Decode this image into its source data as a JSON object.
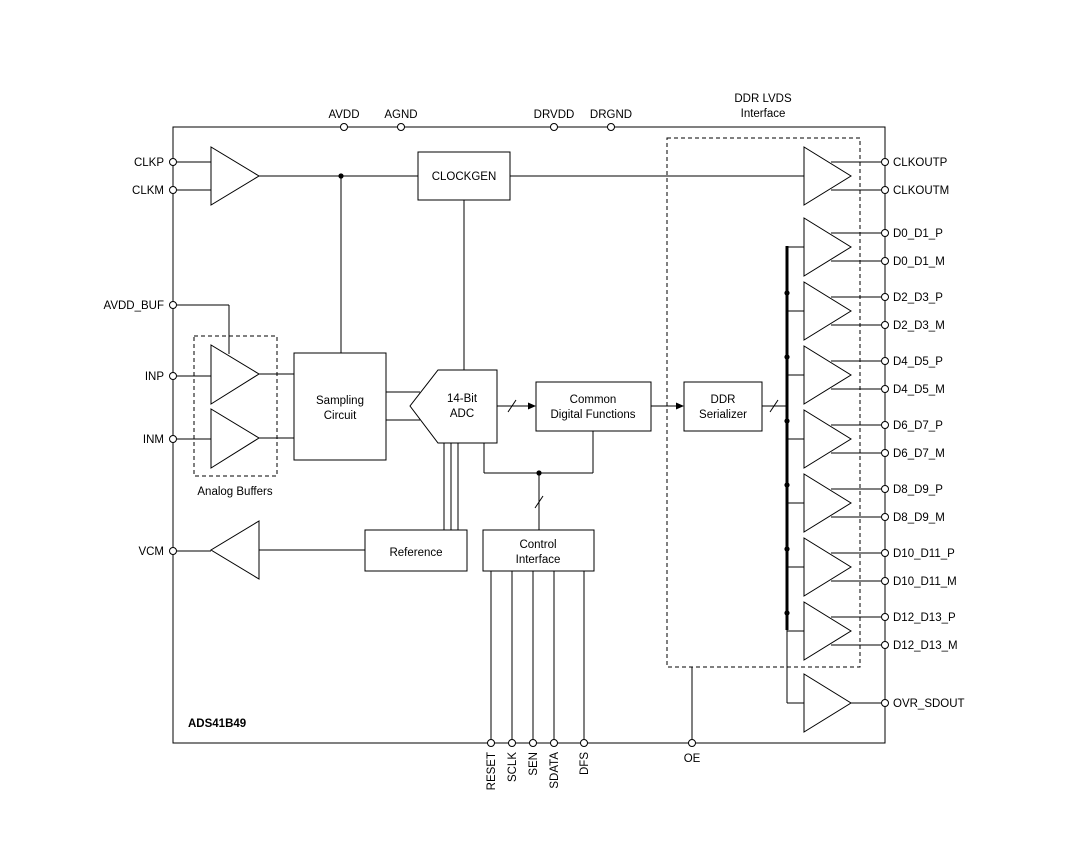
{
  "chip_name": "ADS41B49",
  "blocks": {
    "clockgen": "CLOCKGEN",
    "sampling_l1": "Sampling",
    "sampling_l2": "Circuit",
    "adc_l1": "14-Bit",
    "adc_l2": "ADC",
    "common_l1": "Common",
    "common_l2": "Digital Functions",
    "ddr_l1": "DDR",
    "ddr_l2": "Serializer",
    "reference": "Reference",
    "control_l1": "Control",
    "control_l2": "Interface",
    "analog_buffers": "Analog Buffers",
    "lvds_l1": "DDR LVDS",
    "lvds_l2": "Interface"
  },
  "top_pins": [
    "AVDD",
    "AGND",
    "DRVDD",
    "DRGND"
  ],
  "left_pins": [
    "CLKP",
    "CLKM",
    "AVDD_BUF",
    "INP",
    "INM",
    "VCM"
  ],
  "right_pins": [
    "CLKOUTP",
    "CLKOUTM",
    "D0_D1_P",
    "D0_D1_M",
    "D2_D3_P",
    "D2_D3_M",
    "D4_D5_P",
    "D4_D5_M",
    "D6_D7_P",
    "D6_D7_M",
    "D8_D9_P",
    "D8_D9_M",
    "D10_D11_P",
    "D10_D11_M",
    "D12_D13_P",
    "D12_D13_M",
    "OVR_SDOUT"
  ],
  "bottom_pins": [
    "RESET",
    "SCLK",
    "SEN",
    "SDATA",
    "DFS",
    "OE"
  ]
}
